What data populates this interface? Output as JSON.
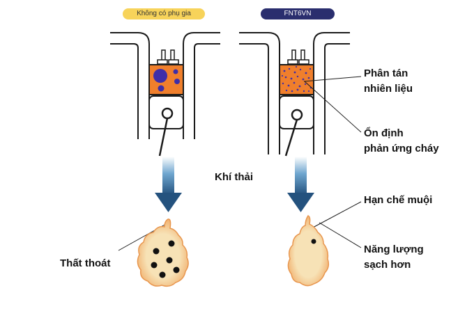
{
  "badges": {
    "left": "Không có phụ gia",
    "right": "FNT6VN"
  },
  "labels": {
    "dispersion_line1": "Phân tán",
    "dispersion_line2": "nhiên liệu",
    "stable_line1": "Ổn định",
    "stable_line2": "phản ứng cháy",
    "soot": "Hạn chế muội",
    "energy_line1": "Năng lượng",
    "energy_line2": "sạch hơn",
    "exhaust": "Khí thải",
    "loss": "Thất thoát"
  },
  "colors": {
    "badge_left_bg": "#f7d35a",
    "badge_left_text": "#333333",
    "badge_right_bg": "#2a2e6e",
    "badge_right_text": "#ffffff",
    "fuel": "#f07f2c",
    "droplet": "#3f2ea8",
    "arrow": "#2a6f9e",
    "soot_fill": "#f7e2b6",
    "soot_edge": "#f0a862"
  }
}
